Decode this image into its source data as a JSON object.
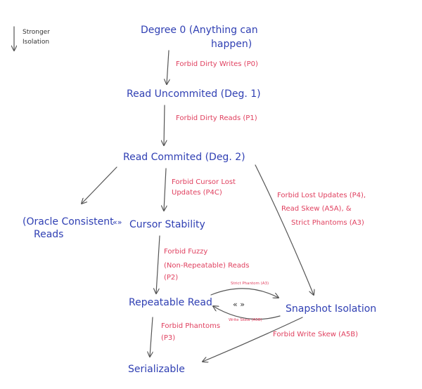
{
  "legend": {
    "line1": "Stronger",
    "line2": "Isolation"
  },
  "nodes": {
    "degree0": {
      "line1": "Degree 0  (Anything can",
      "line2": "happen)"
    },
    "read_uncommitted": "Read Uncommited  (Deg. 1)",
    "read_committed": "Read Commited  (Deg. 2)",
    "oracle": {
      "line1": "(Oracle Consistent",
      "line2": "Reads"
    },
    "cursor_stability": "Cursor Stability",
    "repeatable_read": "Repeatable Read",
    "snapshot_isolation": "Snapshot Isolation",
    "serializable": "Serializable"
  },
  "edges": {
    "p0": "Forbid Dirty Writes (P0)",
    "p1": "Forbid Dirty Reads (P1)",
    "p4c": {
      "line1": "Forbid Cursor Lost",
      "line2": "Updates (P4C)"
    },
    "p4": {
      "line1": "Forbid Lost Updates (P4),",
      "line2": "Read Skew (A5A), &",
      "line3": "Strict Phantoms (A3)"
    },
    "p2": {
      "line1": "Forbid Fuzzy",
      "line2": "(Non-Repeatable) Reads",
      "line3": "(P2)"
    },
    "a3": "Strict Phantom (A3)",
    "a5b_small": "Write Skew (A5B)",
    "p3": {
      "line1": "Forbid Phantoms",
      "line2": "(P3)"
    },
    "a5b": "Forbid Write Skew (A5B)"
  },
  "symbols": {
    "incomparable": "«»",
    "incomparable_spaced": "« »"
  },
  "colors": {
    "node": "#2f3fb3",
    "label": "#e0405f",
    "edge": "#555555"
  }
}
